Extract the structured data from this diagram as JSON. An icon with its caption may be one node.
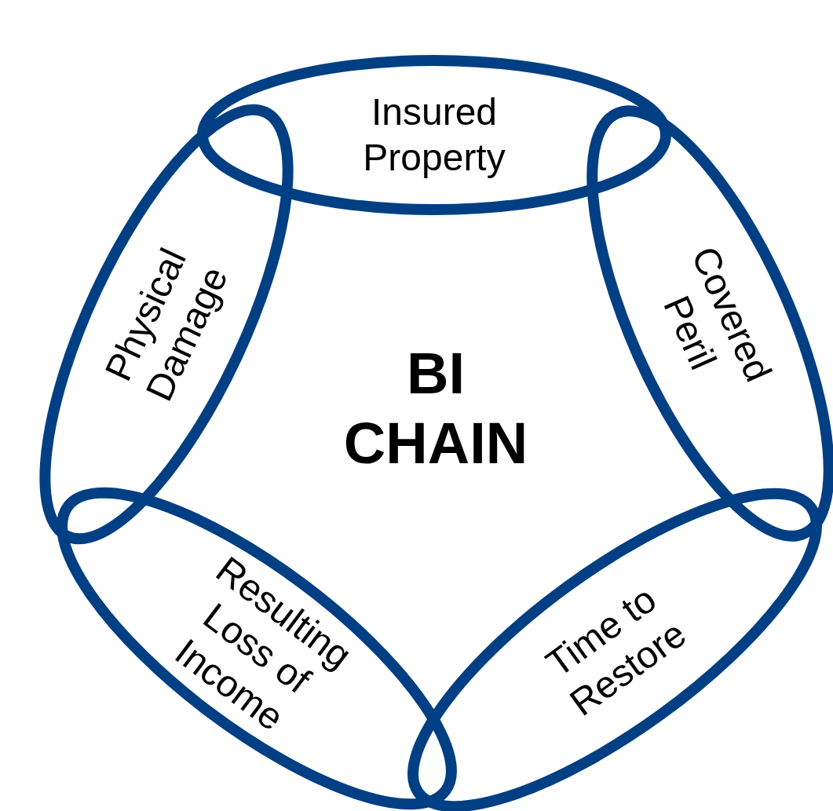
{
  "diagram": {
    "nodes": [
      {
        "text": [
          "Insured Property"
        ]
      },
      {
        "text": [
          "Covered Peril"
        ]
      },
      {
        "text": [
          "Time to Restore"
        ]
      },
      {
        "text": [
          "Resulting Loss of Income"
        ]
      },
      {
        "text": [
          "Physical Damage"
        ]
      }
    ],
    "edges": [],
    "labels": [
      "BI CHAIN"
    ]
  }
}
